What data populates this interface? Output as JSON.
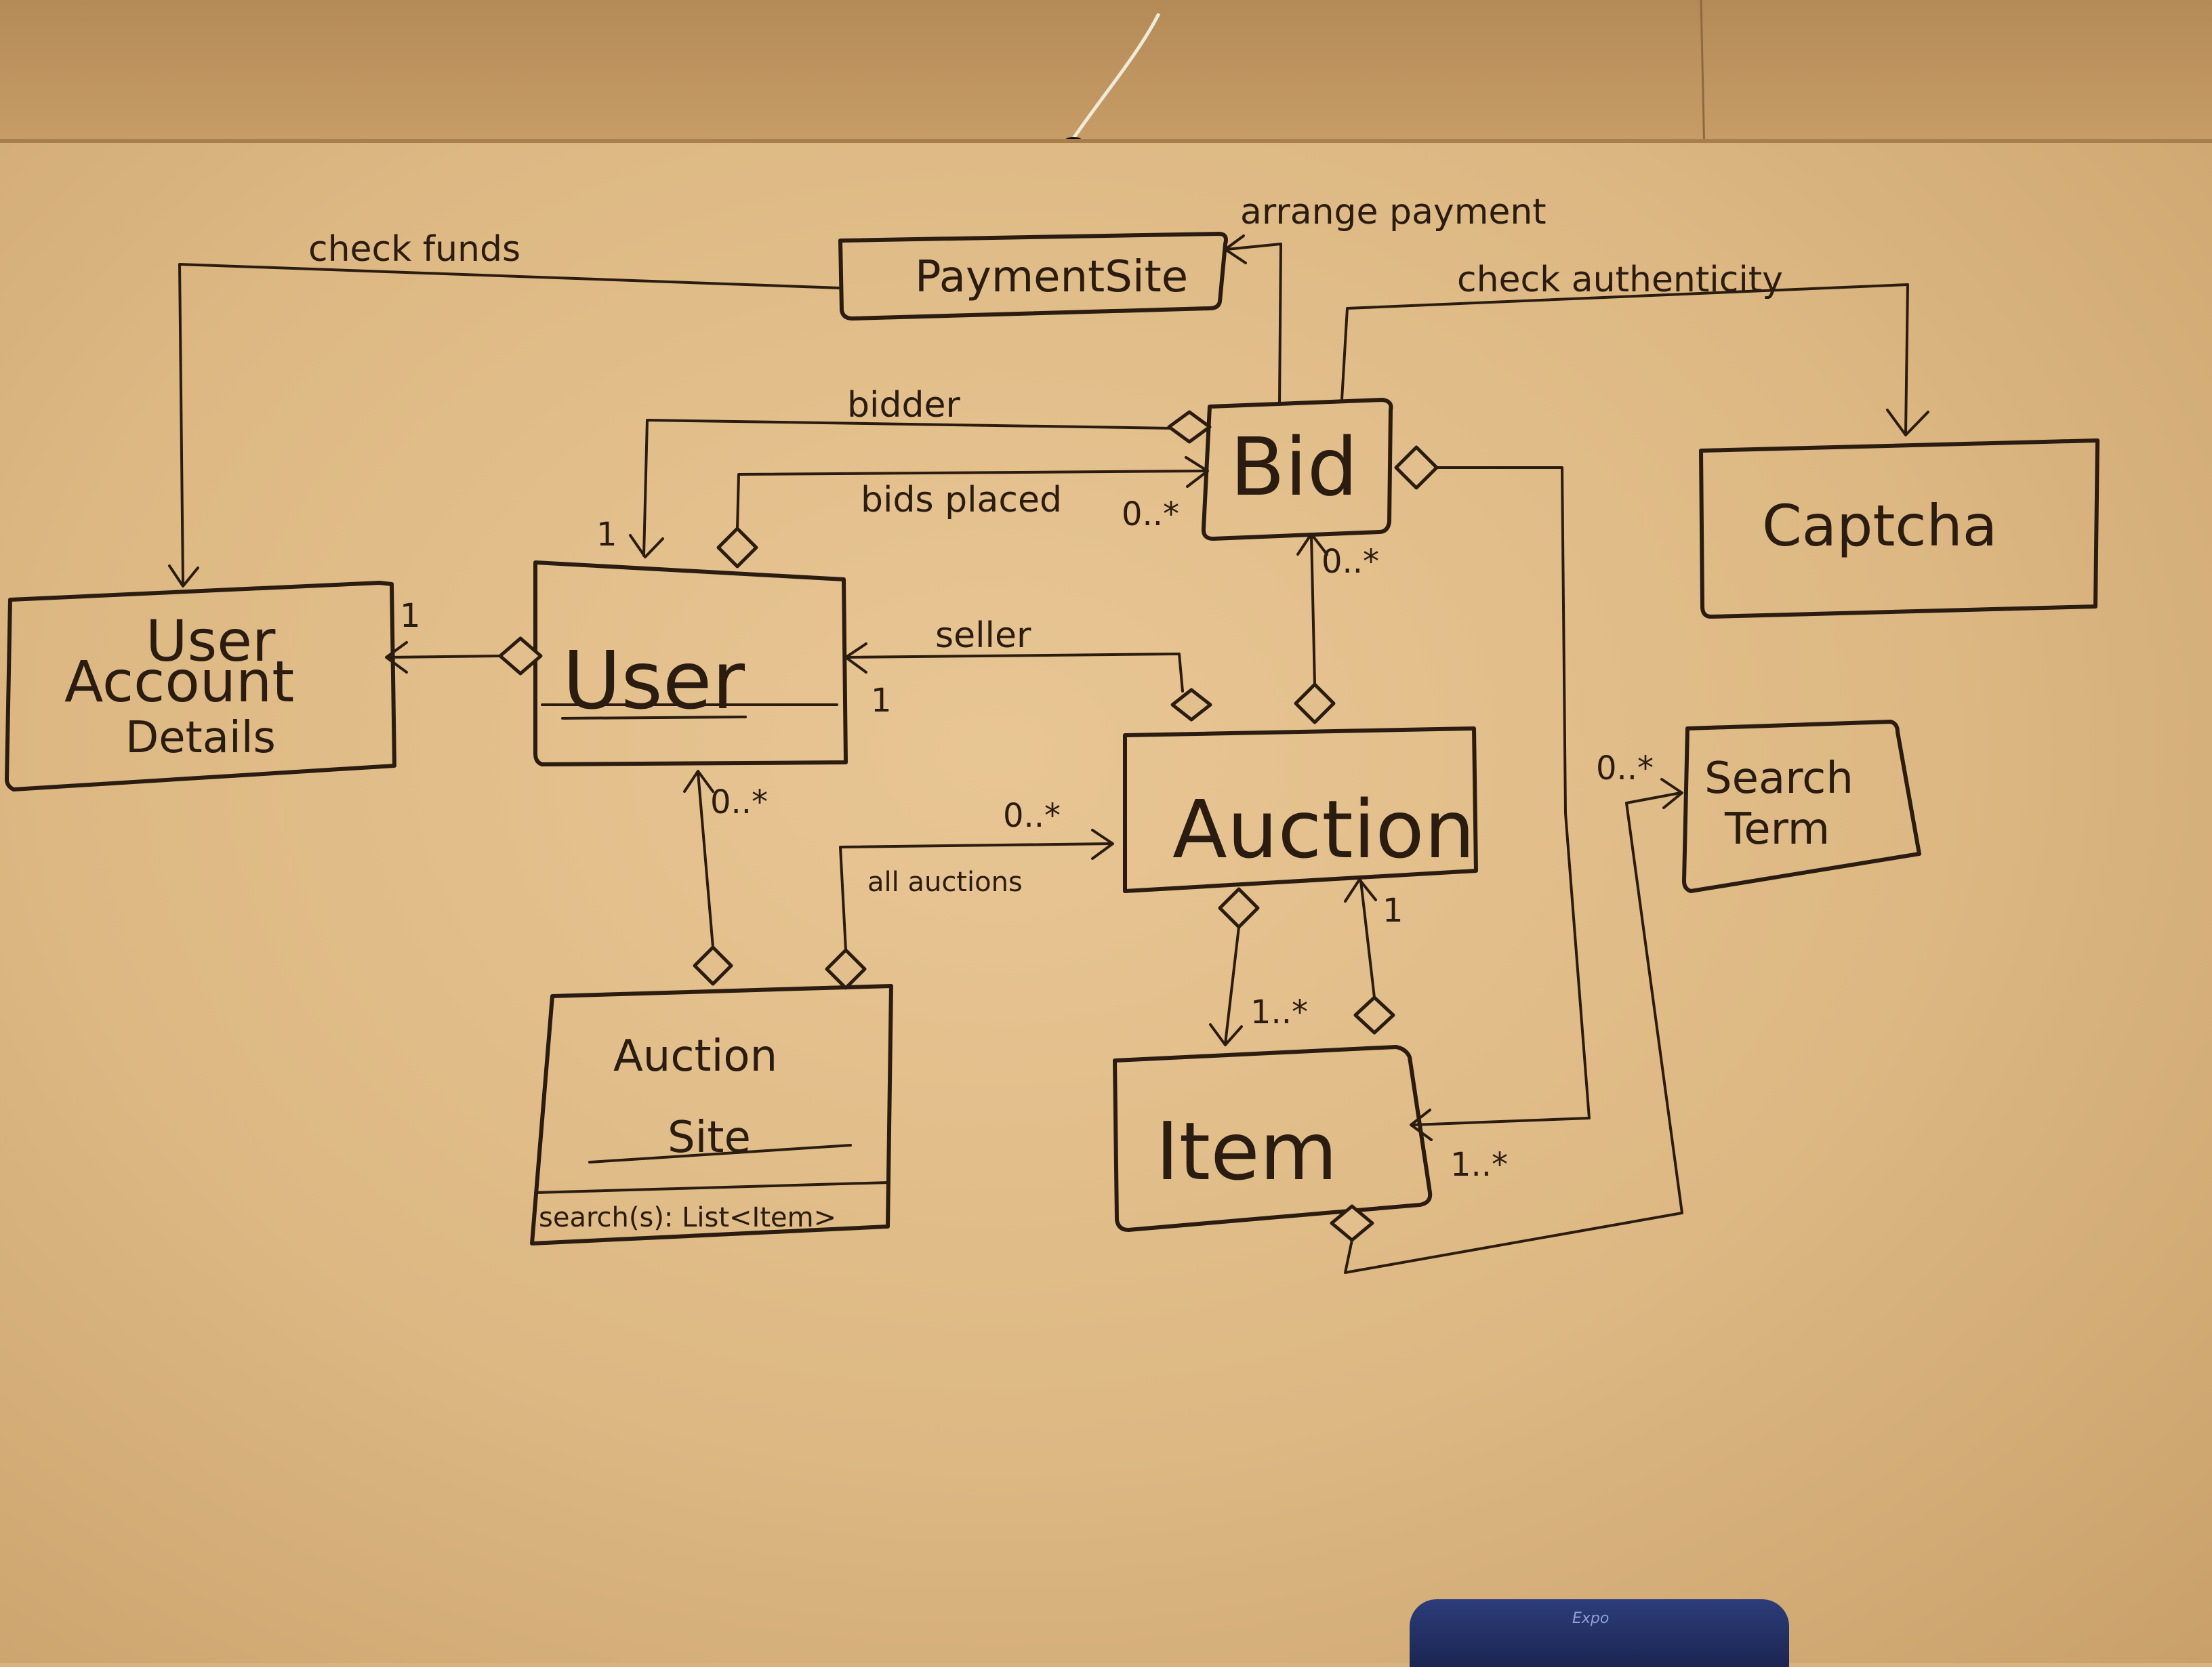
{
  "classes": {
    "payment_site": "PaymentSite",
    "captcha": "Captcha",
    "bid": "Bid",
    "user_account_line1": "User",
    "user_account_line2": "Account",
    "user_account_line3": "Details",
    "user": "User",
    "auction": "Auction",
    "search_term_line1": "Search",
    "search_term_line2": "Term",
    "auction_site_line1": "Auction",
    "auction_site_line2": "Site",
    "auction_site_method": "search(s): List<Item>",
    "item": "Item"
  },
  "associations": {
    "check_funds": "check funds",
    "arrange_payment": "arrange payment",
    "check_authenticity": "check authenticity",
    "bidder": "bidder",
    "bids_placed": "bids placed",
    "seller": "seller",
    "all_auctions": "all auctions"
  },
  "multiplicities": {
    "user_bidder_end": "1",
    "bid_bids_placed_end": "0..*",
    "bid_auction_end": "0..*",
    "account_end": "1",
    "user_seller_end": "1",
    "user_site_end": "0..*",
    "auction_site_end": "0..*",
    "auction_item_end": "1",
    "item_auction_end": "1..*",
    "search_term_end": "0..*",
    "item_bid_end": "1..*"
  },
  "colors": {
    "board": "#ddb883",
    "ink": "#2a1c10",
    "eraser": "#1b2552"
  },
  "eraser_logo": "Expo"
}
